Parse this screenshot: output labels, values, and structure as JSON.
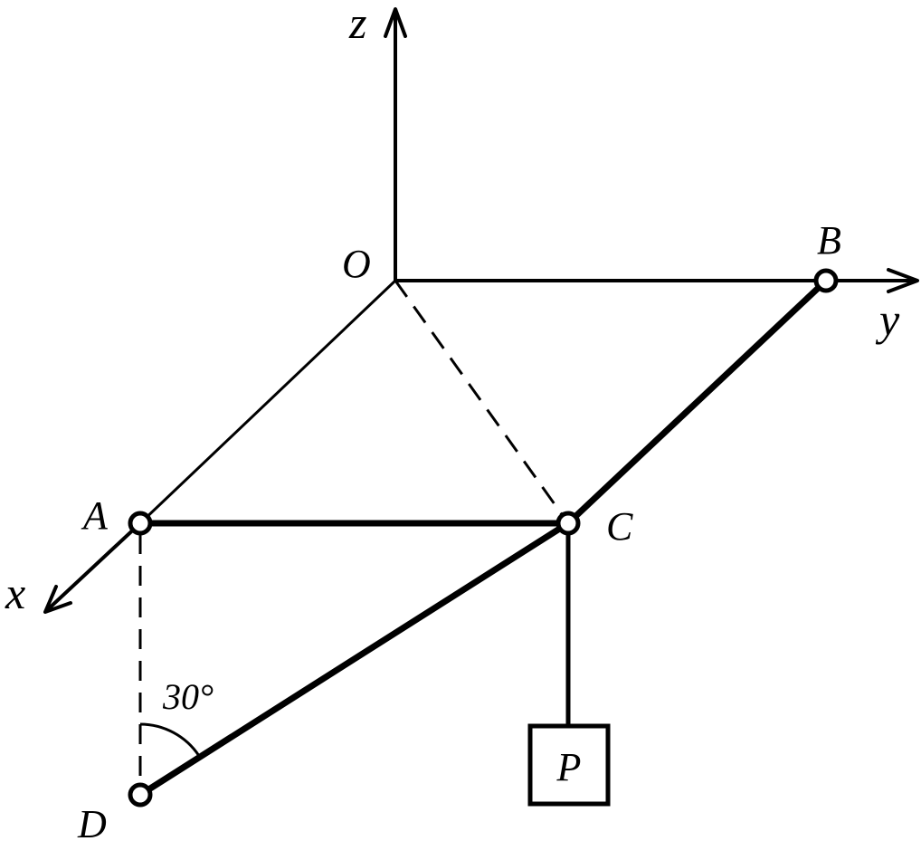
{
  "axes": {
    "x": "x",
    "y": "y",
    "z": "z"
  },
  "points": {
    "O": "O",
    "A": "A",
    "B": "B",
    "C": "C",
    "D": "D"
  },
  "load_label": "P",
  "angle_label": "30°",
  "colors": {
    "stroke": "#000000",
    "background": "#ffffff"
  }
}
